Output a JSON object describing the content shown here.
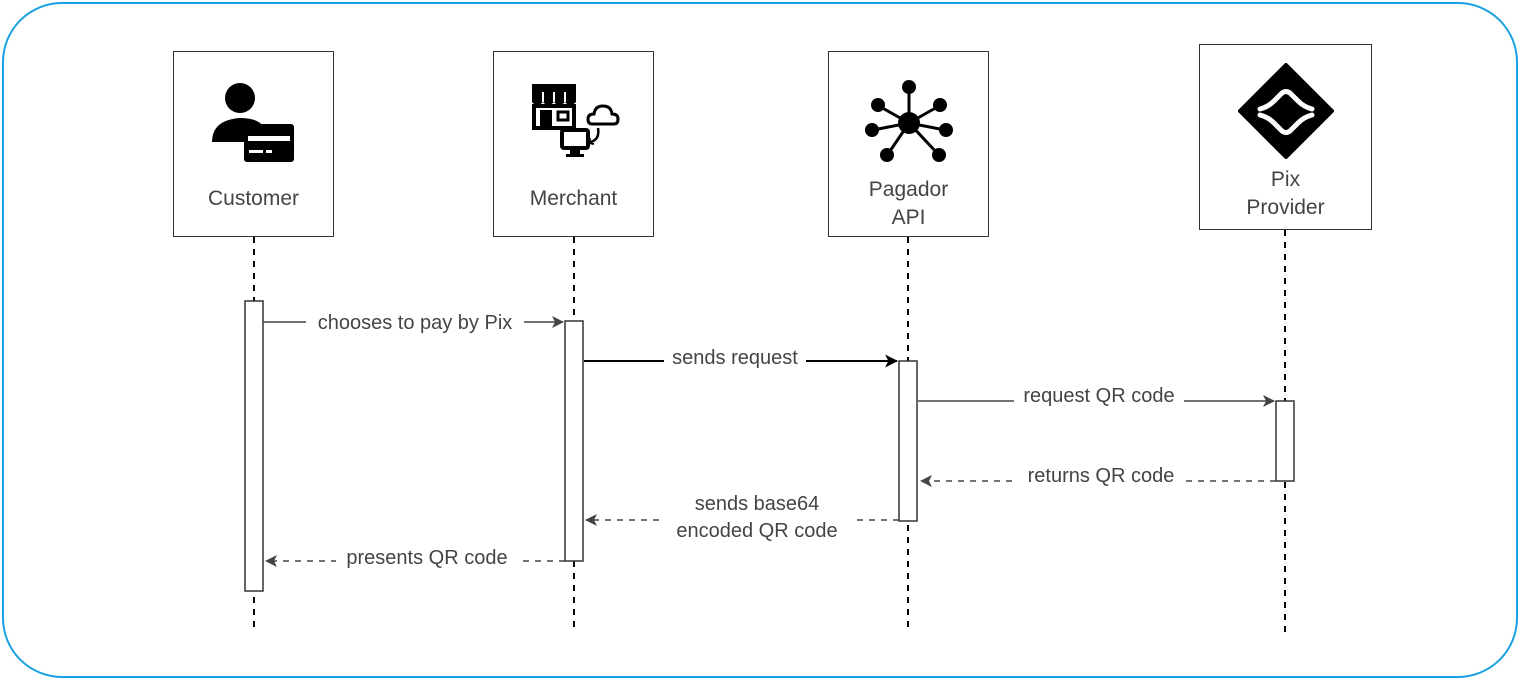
{
  "participants": [
    {
      "id": "customer",
      "label": "Customer",
      "icon": "customer-pos-icon"
    },
    {
      "id": "merchant",
      "label": "Merchant",
      "icon": "store-computer-cloud-icon"
    },
    {
      "id": "pagador",
      "label": "Pagador\nAPI",
      "icon": "network-hub-icon"
    },
    {
      "id": "pix",
      "label": "Pix\nProvider",
      "icon": "pix-logo-icon"
    }
  ],
  "messages": [
    {
      "id": "m1",
      "label": "chooses to pay by Pix",
      "style": "solid"
    },
    {
      "id": "m2",
      "label": "sends request",
      "style": "solid"
    },
    {
      "id": "m3",
      "label": "request QR code",
      "style": "solid"
    },
    {
      "id": "m4",
      "label": "returns QR code",
      "style": "dashed"
    },
    {
      "id": "m5",
      "label_lines": [
        "sends base64",
        "encoded QR code"
      ],
      "style": "dashed"
    },
    {
      "id": "m6",
      "label": "presents QR code",
      "style": "dashed"
    }
  ],
  "colors": {
    "border": "#1ba1e2",
    "line": "#444444",
    "text": "#444444",
    "icon": "#000000"
  }
}
